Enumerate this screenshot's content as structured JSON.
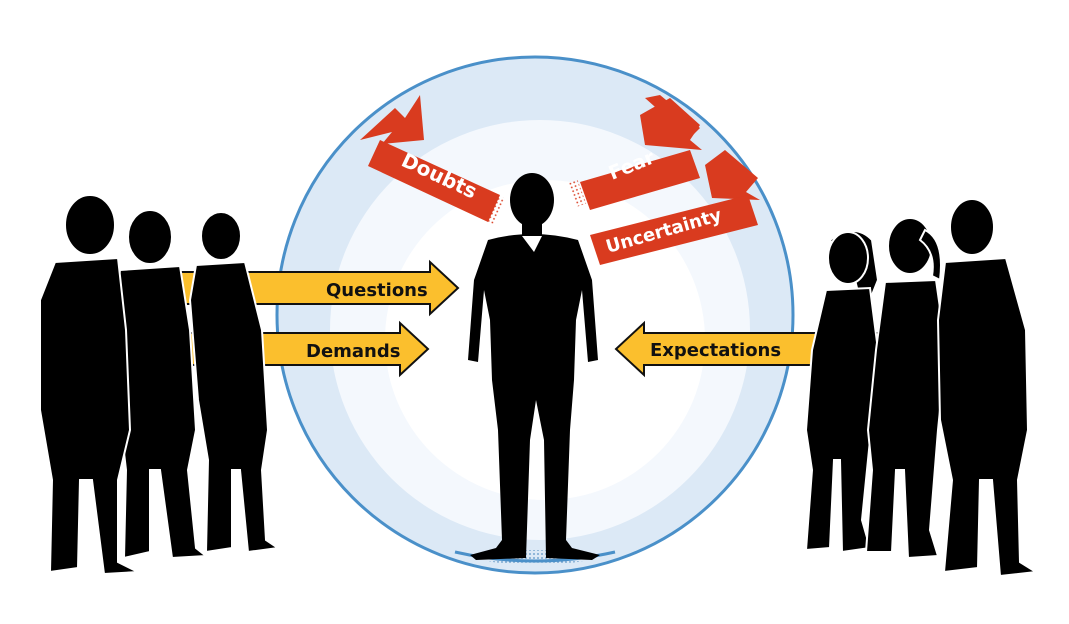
{
  "colors": {
    "bubble_fill": "#dce9f6",
    "bubble_ring": "#f2f7fc",
    "bubble_stroke": "#4a90c9",
    "arrow_yellow": "#fbbf2d",
    "ribbon_red": "#d93b1f",
    "silhouette": "#000000"
  },
  "arrows": {
    "questions": "Questions",
    "demands": "Demands",
    "expectations": "Expectations"
  },
  "ribbons": {
    "doubts": "Doubts",
    "fear": "Fear",
    "uncertainty": "Uncertainty"
  },
  "icons": {
    "center_figure": "businessman-silhouette-icon",
    "left_group": "group-of-men-silhouette-icon",
    "right_group": "group-of-people-silhouette-icon"
  }
}
